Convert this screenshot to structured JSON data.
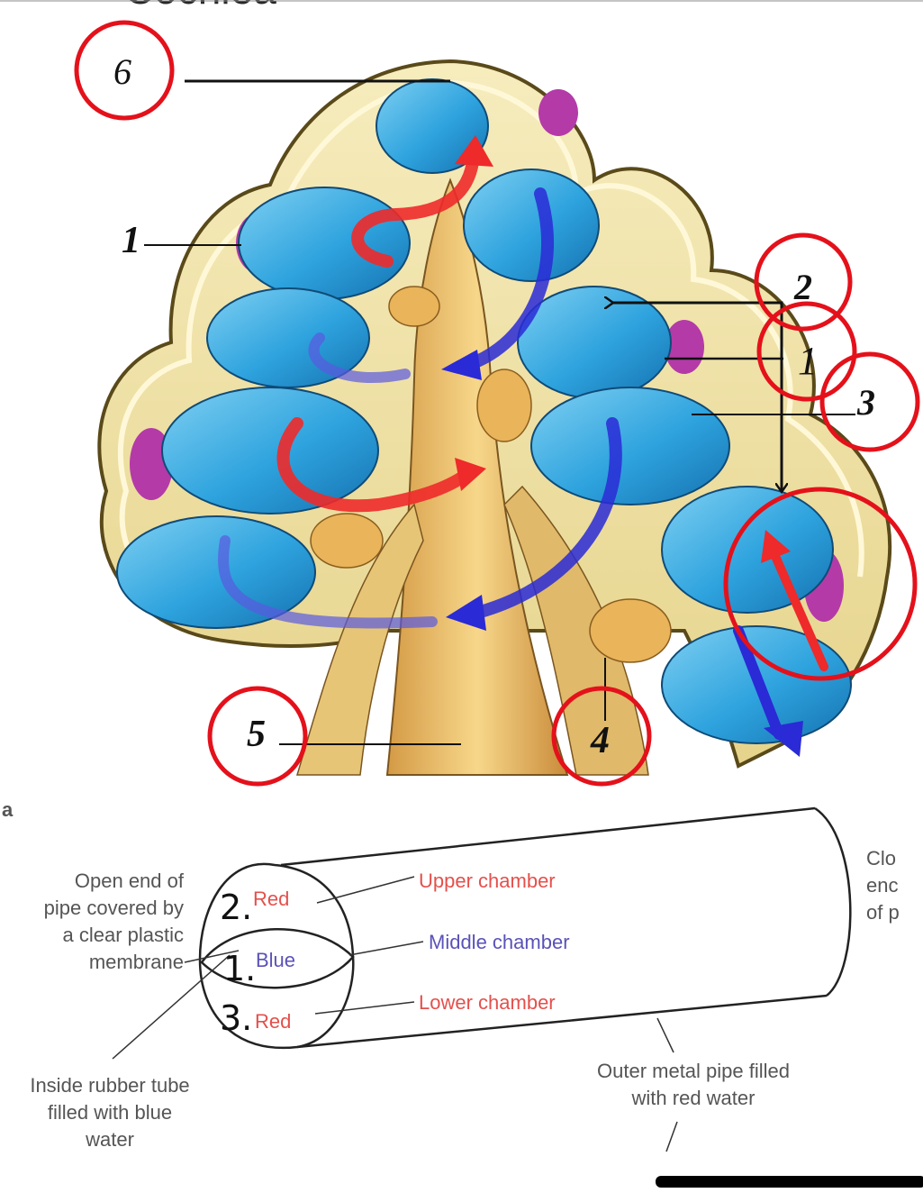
{
  "header_text": "Cochlea",
  "top_diagram": {
    "labels": {
      "six": "6",
      "one_left": "1",
      "two": "2",
      "one_right": "1",
      "three": "3",
      "five": "5",
      "four": "4"
    },
    "colors": {
      "scala_blue": "#2ea3de",
      "arrow_red": "#ee2a2a",
      "arrow_blue": "#2a2ad6",
      "bone": "#f1e3a4",
      "modiolus": "#e8b860",
      "stria": "#b43aa8",
      "circle_red": "#e4111b"
    }
  },
  "bottom_diagram": {
    "panel_letter": "a",
    "left_caption": [
      "Open end of",
      "pipe covered by",
      "a clear plastic",
      "membrane"
    ],
    "right_caption": [
      "Clo",
      "enc",
      "of p"
    ],
    "numbers": {
      "n2": "2.",
      "n1": "1.",
      "n3": "3."
    },
    "fills": {
      "upper": "Red",
      "middle": "Blue",
      "lower": "Red"
    },
    "chambers": {
      "upper": "Upper chamber",
      "middle": "Middle chamber",
      "lower": "Lower chamber"
    },
    "rubber_tube_caption": [
      "Inside rubber tube",
      "filled with blue",
      "water"
    ],
    "outer_pipe_caption": [
      "Outer metal pipe filled",
      "with red water"
    ],
    "label_colors": {
      "red": "#e4504c",
      "blue": "#5a52b8"
    }
  }
}
